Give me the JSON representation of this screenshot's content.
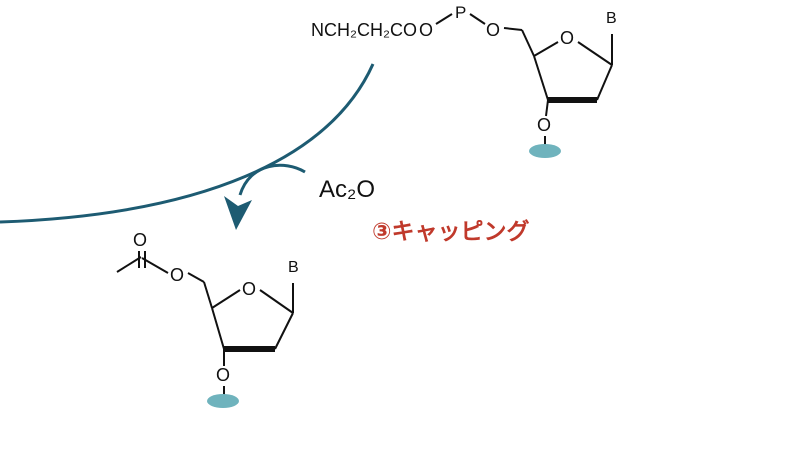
{
  "top_molecule": {
    "substituent": "NCH₂CH₂CO",
    "o1": "O",
    "p": "P",
    "o2": "O",
    "ring_o": "O",
    "base": "B",
    "o3": "O"
  },
  "reagent": "Ac₂O",
  "step_label": "③キャッピング",
  "bottom_molecule": {
    "carbonyl_o": "O",
    "ester_o": "O",
    "ring_o": "O",
    "base": "B",
    "o3": "O"
  },
  "colors": {
    "curve": "#1d5b72",
    "arrow": "#1d5b72",
    "support": "#6fb3bd",
    "step_label": "#c0392b",
    "bond": "#111111"
  }
}
